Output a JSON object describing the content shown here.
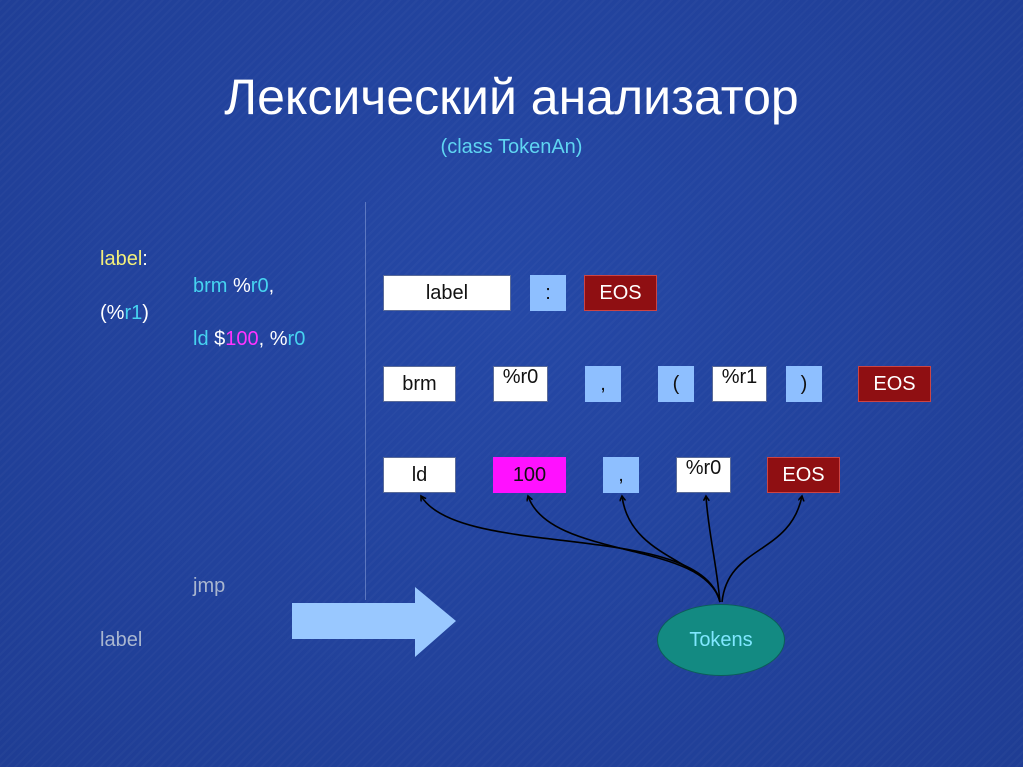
{
  "title": "Лексический анализатор",
  "subtitle": "(class TokenAn)",
  "code": {
    "line1": {
      "label": "label",
      "colon": ":"
    },
    "line2": {
      "kw": "brm",
      "pct": " %",
      "reg": "r0",
      "comma": ","
    },
    "line3": {
      "open": "(%",
      "reg": "r1",
      "close": ")"
    },
    "line4": {
      "kw": "ld",
      "dollar": " $",
      "num": "100",
      "sep": ", %",
      "reg": "r0"
    },
    "line5": "jmp",
    "line6": "label"
  },
  "rows": [
    [
      "label",
      ":",
      "EOS"
    ],
    [
      "brm",
      "%r0",
      ",",
      "(",
      "%r1",
      ")",
      "EOS"
    ],
    [
      "ld",
      "100",
      ",",
      "%r0",
      "EOS"
    ]
  ],
  "tokens_label": "Tokens",
  "colors": {
    "background": "#22439d",
    "token_white": "#ffffff",
    "token_light_blue": "#8ebfff",
    "token_eos": "#8f0f12",
    "token_number": "#ff11ff",
    "tokens_ellipse": "#138a82",
    "arrow": "#99c8ff"
  }
}
